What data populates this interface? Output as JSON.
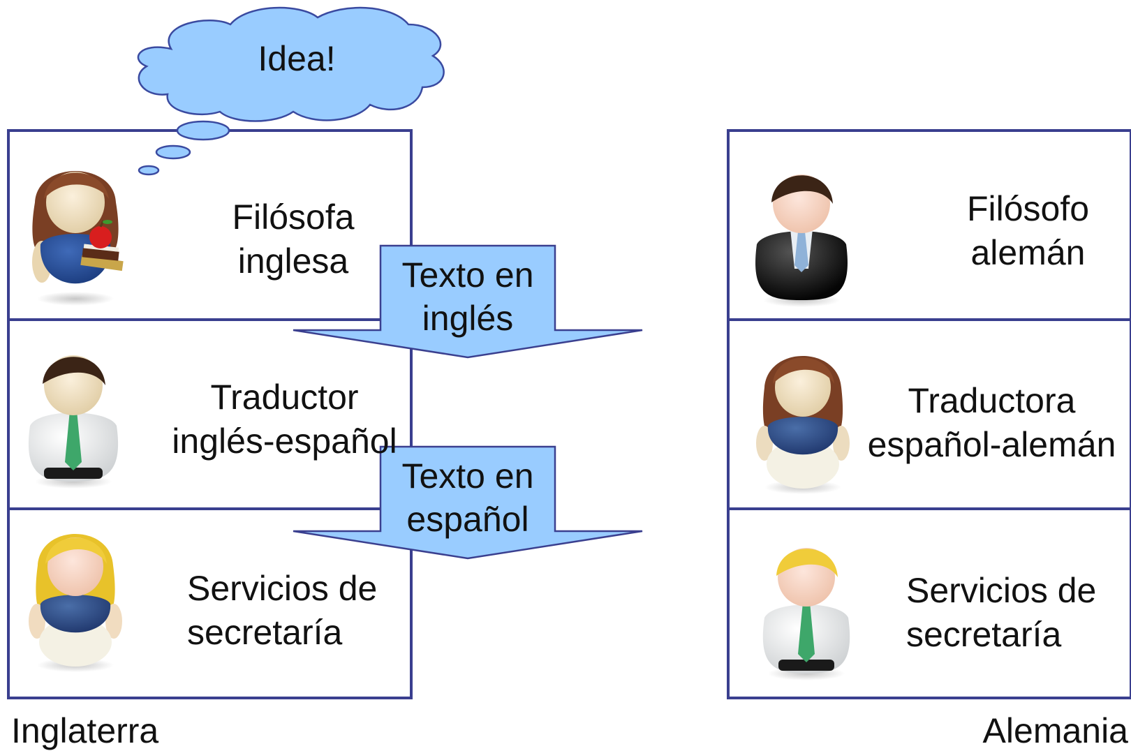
{
  "thought": "Idea!",
  "left": {
    "country": "Inglaterra",
    "roles": [
      {
        "line1": "Filósofa",
        "line2": "inglesa",
        "icon": "woman-teacher-icon"
      },
      {
        "line1": "Traductor",
        "line2": "inglés-español",
        "icon": "man-tie-icon"
      },
      {
        "line1": "Servicios de",
        "line2": "secretaría",
        "icon": "woman-vest-blonde-icon"
      }
    ]
  },
  "right": {
    "country": "Alemania",
    "roles": [
      {
        "line1": "Filósofo",
        "line2": "alemán",
        "icon": "man-suit-icon"
      },
      {
        "line1": "Traductora",
        "line2": "español-alemán",
        "icon": "woman-vest-brunette-icon"
      },
      {
        "line1": "Servicios de",
        "line2": "secretaría",
        "icon": "man-tie-blond-icon"
      }
    ]
  },
  "arrows": [
    {
      "line1": "Texto en",
      "line2": "inglés"
    },
    {
      "line1": "Texto en",
      "line2": "español"
    }
  ],
  "colors": {
    "border": "#3a3f8f",
    "fill": "#99ccff",
    "cloud_stroke": "#3a4aa0"
  }
}
